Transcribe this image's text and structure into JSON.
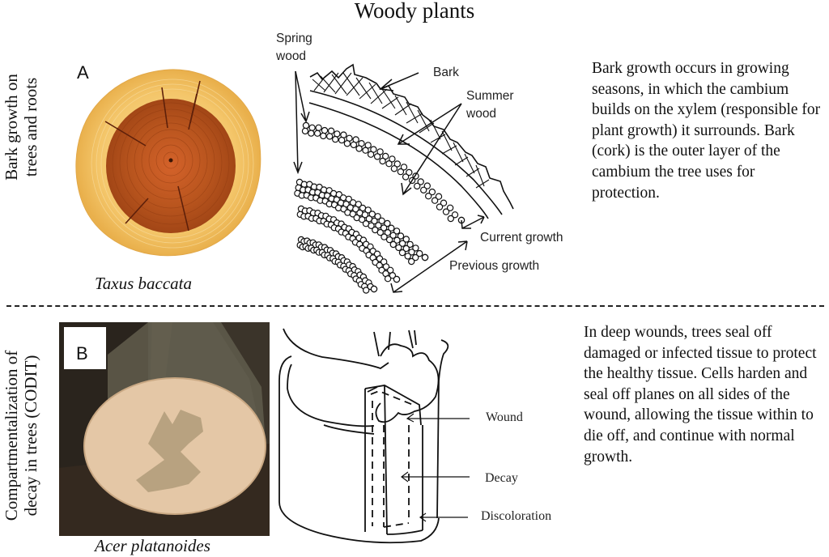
{
  "title": "Woody plants",
  "section_a": {
    "side_label_line1": "Bark growth on",
    "side_label_line2": "trees and roots",
    "panel_letter": "A",
    "species_caption": "Taxus baccata",
    "diagram_labels": {
      "spring_wood_line1": "Spring",
      "spring_wood_line2": "wood",
      "bark": "Bark",
      "summer_wood_line1": "Summer",
      "summer_wood_line2": "wood",
      "current_growth": "Current growth",
      "previous_growth": "Previous growth"
    },
    "description": "Bark growth occurs in growing seasons, in which the cambium builds on the xylem (responsible for plant growth) it surrounds. Bark (cork) is the outer layer of the cambium the tree uses for protection."
  },
  "section_b": {
    "side_label_line1": "Compartmentalization of",
    "side_label_line2": "decay in trees (CODIT)",
    "panel_letter": "B",
    "species_caption": "Acer platanoides",
    "diagram_labels": {
      "wound": "Wound",
      "decay": "Decay",
      "discoloration": "Discoloration"
    },
    "description": "In deep wounds, trees seal off damaged or infected tissue to protect the healthy tissue. Cells harden and seal off planes on all sides of the wound, allowing the tissue within to die off, and continue with normal growth."
  },
  "colors": {
    "heartwood": "#b5521c",
    "sapwood": "#f4c870",
    "line": "#111111"
  }
}
